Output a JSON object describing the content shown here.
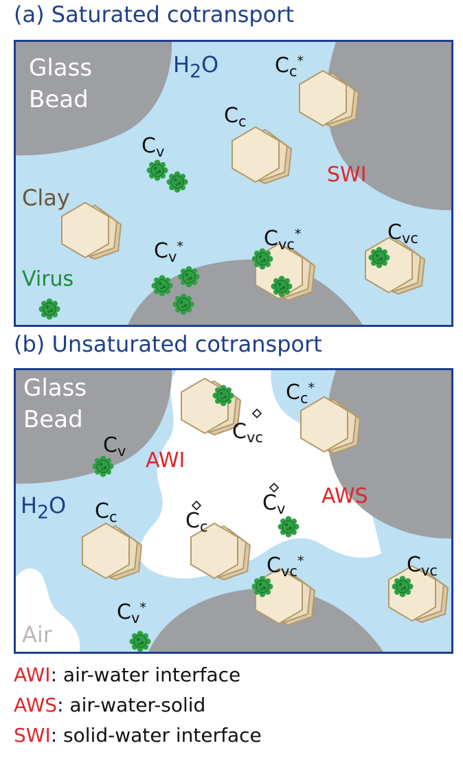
{
  "panel_a": {
    "title": "(a) Saturated cotransport",
    "glass_bead": [
      "Glass",
      "Bead"
    ],
    "water": {
      "main": "H",
      "sub": "2",
      "rest": "O"
    },
    "labels": {
      "cc_star": {
        "main": "C",
        "sub": "c",
        "sup": "*"
      },
      "cc": {
        "main": "C",
        "sub": "c"
      },
      "cv": {
        "main": "C",
        "sub": "v"
      },
      "swi": "SWI",
      "clay": "Clay",
      "cv_star": {
        "main": "C",
        "sub": "v",
        "sup": "*"
      },
      "cvc_star": {
        "main": "C",
        "sub": "vc",
        "sup": "*"
      },
      "cvc": {
        "main": "C",
        "sub": "vc"
      },
      "virus": "Virus"
    }
  },
  "panel_b": {
    "title": "(b) Unsaturated cotransport",
    "glass_bead": [
      "Glass",
      "Bead"
    ],
    "water": {
      "main": "H",
      "sub": "2",
      "rest": "O"
    },
    "labels": {
      "cc_star": {
        "main": "C",
        "sub": "c",
        "sup": "*"
      },
      "cvc_diamond": {
        "main": "C",
        "sub": "vc"
      },
      "cv": {
        "main": "C",
        "sub": "v"
      },
      "awi": "AWI",
      "cv_diamond": {
        "main": "C",
        "sub": "v"
      },
      "aws": "AWS",
      "cc": {
        "main": "C",
        "sub": "c"
      },
      "cc_diamond": {
        "main": "C",
        "sub": "c"
      },
      "cvc_star": {
        "main": "C",
        "sub": "vc",
        "sup": "*"
      },
      "cvc": {
        "main": "C",
        "sub": "vc"
      },
      "cv_star": {
        "main": "C",
        "sub": "v",
        "sup": "*"
      },
      "air": "Air"
    }
  },
  "legend": [
    {
      "abbr": "AWI",
      "text": ": air-water interface"
    },
    {
      "abbr": "AWS",
      "text": ": air-water-solid"
    },
    {
      "abbr": "SWI",
      "text": ": solid-water interface"
    }
  ],
  "colors": {
    "water": "#bde0f3",
    "glass": "#9d9fa3",
    "frame": "#1d3f8a",
    "clay_fill": "#f3e3c6",
    "clay_edge": "#b29a6a",
    "virus": "#2ea043",
    "accent_red": "#e0262b"
  },
  "icons": [
    "glass-bead-icon",
    "clay-particle-icon",
    "virus-icon",
    "air-bubble-icon",
    "diamond-marker-icon"
  ]
}
